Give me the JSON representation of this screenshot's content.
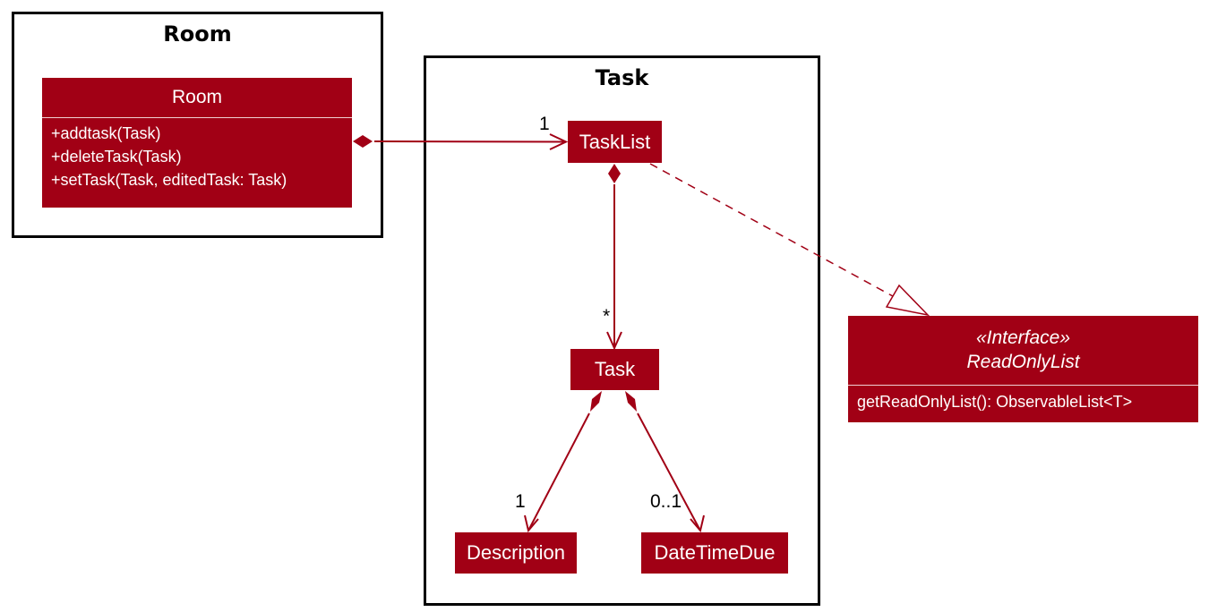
{
  "packages": {
    "room": {
      "title": "Room"
    },
    "task": {
      "title": "Task"
    }
  },
  "classes": {
    "room": {
      "name": "Room",
      "members": [
        "+addtask(Task)",
        "+deleteTask(Task)",
        "+setTask(Task, editedTask: Task)"
      ]
    },
    "tasklist": {
      "name": "TaskList"
    },
    "task": {
      "name": "Task"
    },
    "description": {
      "name": "Description"
    },
    "datetimedue": {
      "name": "DateTimeDue"
    },
    "readonlylist": {
      "stereotype": "«Interface»",
      "name": "ReadOnlyList",
      "members": [
        "getReadOnlyList(): ObservableList<T>"
      ]
    }
  },
  "multiplicities": {
    "room_tasklist": "1",
    "tasklist_task": "*",
    "task_description": "1",
    "task_datetimedue": "0..1"
  },
  "colors": {
    "class_fill": "#a10015",
    "edge": "#a10015",
    "package_border": "#000000"
  }
}
